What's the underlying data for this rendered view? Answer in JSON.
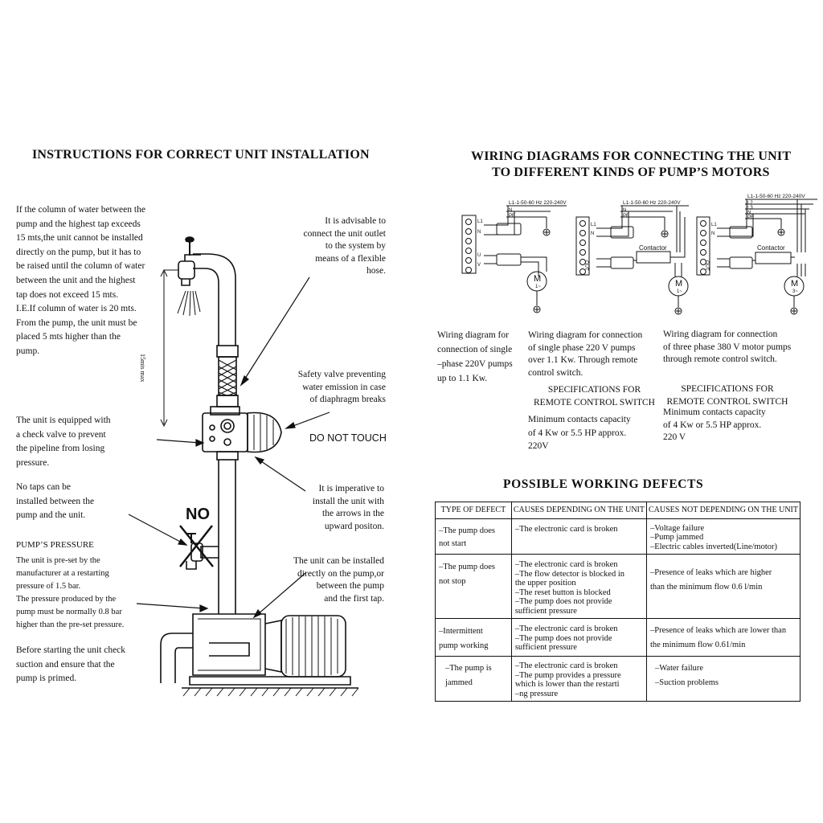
{
  "left": {
    "title": "INSTRUCTIONS FOR CORRECT UNIT INSTALLATION",
    "column_note": "If the column of water between the\npump and the highest tap exceeds\n15 mts,the unit cannot be installed\ndirectly on the pump, but it has to\nbe raised until the column of water\nbetween the unit and the highest\ntap does not exceed 15 mts.\nI.E.If column of water is 20 mts.\nFrom the pump, the unit must be\nplaced 5 mts higher than the\npump.",
    "outlet_note": "It is advisable to\nconnect the unit outlet\nto the system by\nmeans of a flexible\nhose.",
    "safety_note": "Safety valve preventing\nwater emission in case\nof diaphragm  breaks",
    "do_not_touch": "DO NOT TOUCH",
    "check_valve_note": "The unit is equipped with\na check valve to prevent\nthe pipeline from losing\npressure.",
    "no_taps_note": "No taps can be\ninstalled between the\npump and the unit.",
    "no_label": "NO",
    "arrows_note": "It is imperative to\ninstall the unit with\nthe arrows in the\nupward positon.",
    "pressure_heading": "PUMP’S PRESSURE",
    "pressure_note": "The unit is pre-set by the\nmanufacturer at a restarting\npressure of 1.5 bar.\nThe pressure produced by the\npump must be normally 0.8 bar\nhigher than the pre-set pressure.",
    "install_note": "The unit can be installed\ndirectly on the pump,or\nbetween the pump\nand the first tap.",
    "check_note": "Before starting the unit check\nsuction and ensure that the\npump is primed.",
    "dimension_label": "15mts max"
  },
  "right": {
    "title_line1": "WIRING DIAGRAMS FOR CONNECTING THE UNIT",
    "title_line2": "TO DIFFERENT KINDS OF PUMP’S MOTORS",
    "diagrams": [
      {
        "supply": "L1-1-50-60 Hz  220-240V",
        "terminals": [
          "L1",
          "N",
          "",
          "",
          "U",
          "V"
        ],
        "motor": "M",
        "motor_sub": "1~",
        "contactor": "",
        "lines": [
          "N",
          "PE"
        ]
      },
      {
        "supply": "L1-1-50-60 Hz  220-240V",
        "terminals": [
          "L1",
          "N",
          "",
          "",
          "OUT",
          ""
        ],
        "motor": "M",
        "motor_sub": "1~",
        "contactor": "Contactor",
        "lines": [
          "N",
          "PE"
        ]
      },
      {
        "supply": "L1-1-50-60 Hz  220-240V",
        "terminals": [
          "L1",
          "N",
          "",
          "",
          "OUT",
          ""
        ],
        "motor": "M",
        "motor_sub": "3~",
        "contactor": "Contactor",
        "lines": [
          "L2",
          "L3",
          "N",
          "PE"
        ]
      }
    ],
    "caption1": "Wiring diagram for\nconnection of single\n–phase 220V pumps\nup to 1.1 Kw.",
    "caption2": "Wiring diagram for connection\nof single phase 220 V pumps\nover 1.1 Kw. Through remote\ncontrol switch.",
    "caption3": "Wiring diagram for connection\nof three phase 380 V motor pumps\nthrough remote control switch.",
    "spec_title": "SPECIFICATIONS FOR\nREMOTE CONTROL SWITCH",
    "spec2_body": "Minimum contacts capacity\nof 4 Kw or 5.5 HP approx.\n220V",
    "spec3_body": "Minimum contacts capacity\nof 4 Kw or 5.5 HP approx.\n220 V"
  },
  "defects": {
    "title": "POSSIBLE WORKING DEFECTS",
    "headers": [
      "TYPE OF DEFECT",
      "CAUSES DEPENDING ON THE UNIT",
      "CAUSES NOT DEPENDING ON THE UNIT"
    ],
    "rows": [
      [
        "–The pump does\nnot start",
        "–The electronic card is broken",
        "–Voltage failure\n–Pump jammed\n–Electric cables inverted(Line/motor)"
      ],
      [
        "–The pump does\nnot stop",
        "–The electronic card is broken\n–The flow detector is blocked in\n   the upper position\n–The reset button is blocked\n–The pump does not provide\n   sufficient pressure",
        "–Presence of leaks which are higher\n   than the minimum flow 0.6 l/min"
      ],
      [
        "–Intermittent\npump working",
        "–The electronic card is broken\n–The pump does not provide\nsufficient pressure",
        "–Presence of leaks which are lower than\nthe minimum flow 0.61/min"
      ],
      [
        "–The pump is\njammed",
        "–The electronic card is broken\n–The pump provides a pressure\nwhich is lower than the restarti\n–ng pressure",
        "–Water failure\n–Suction problems"
      ]
    ]
  }
}
